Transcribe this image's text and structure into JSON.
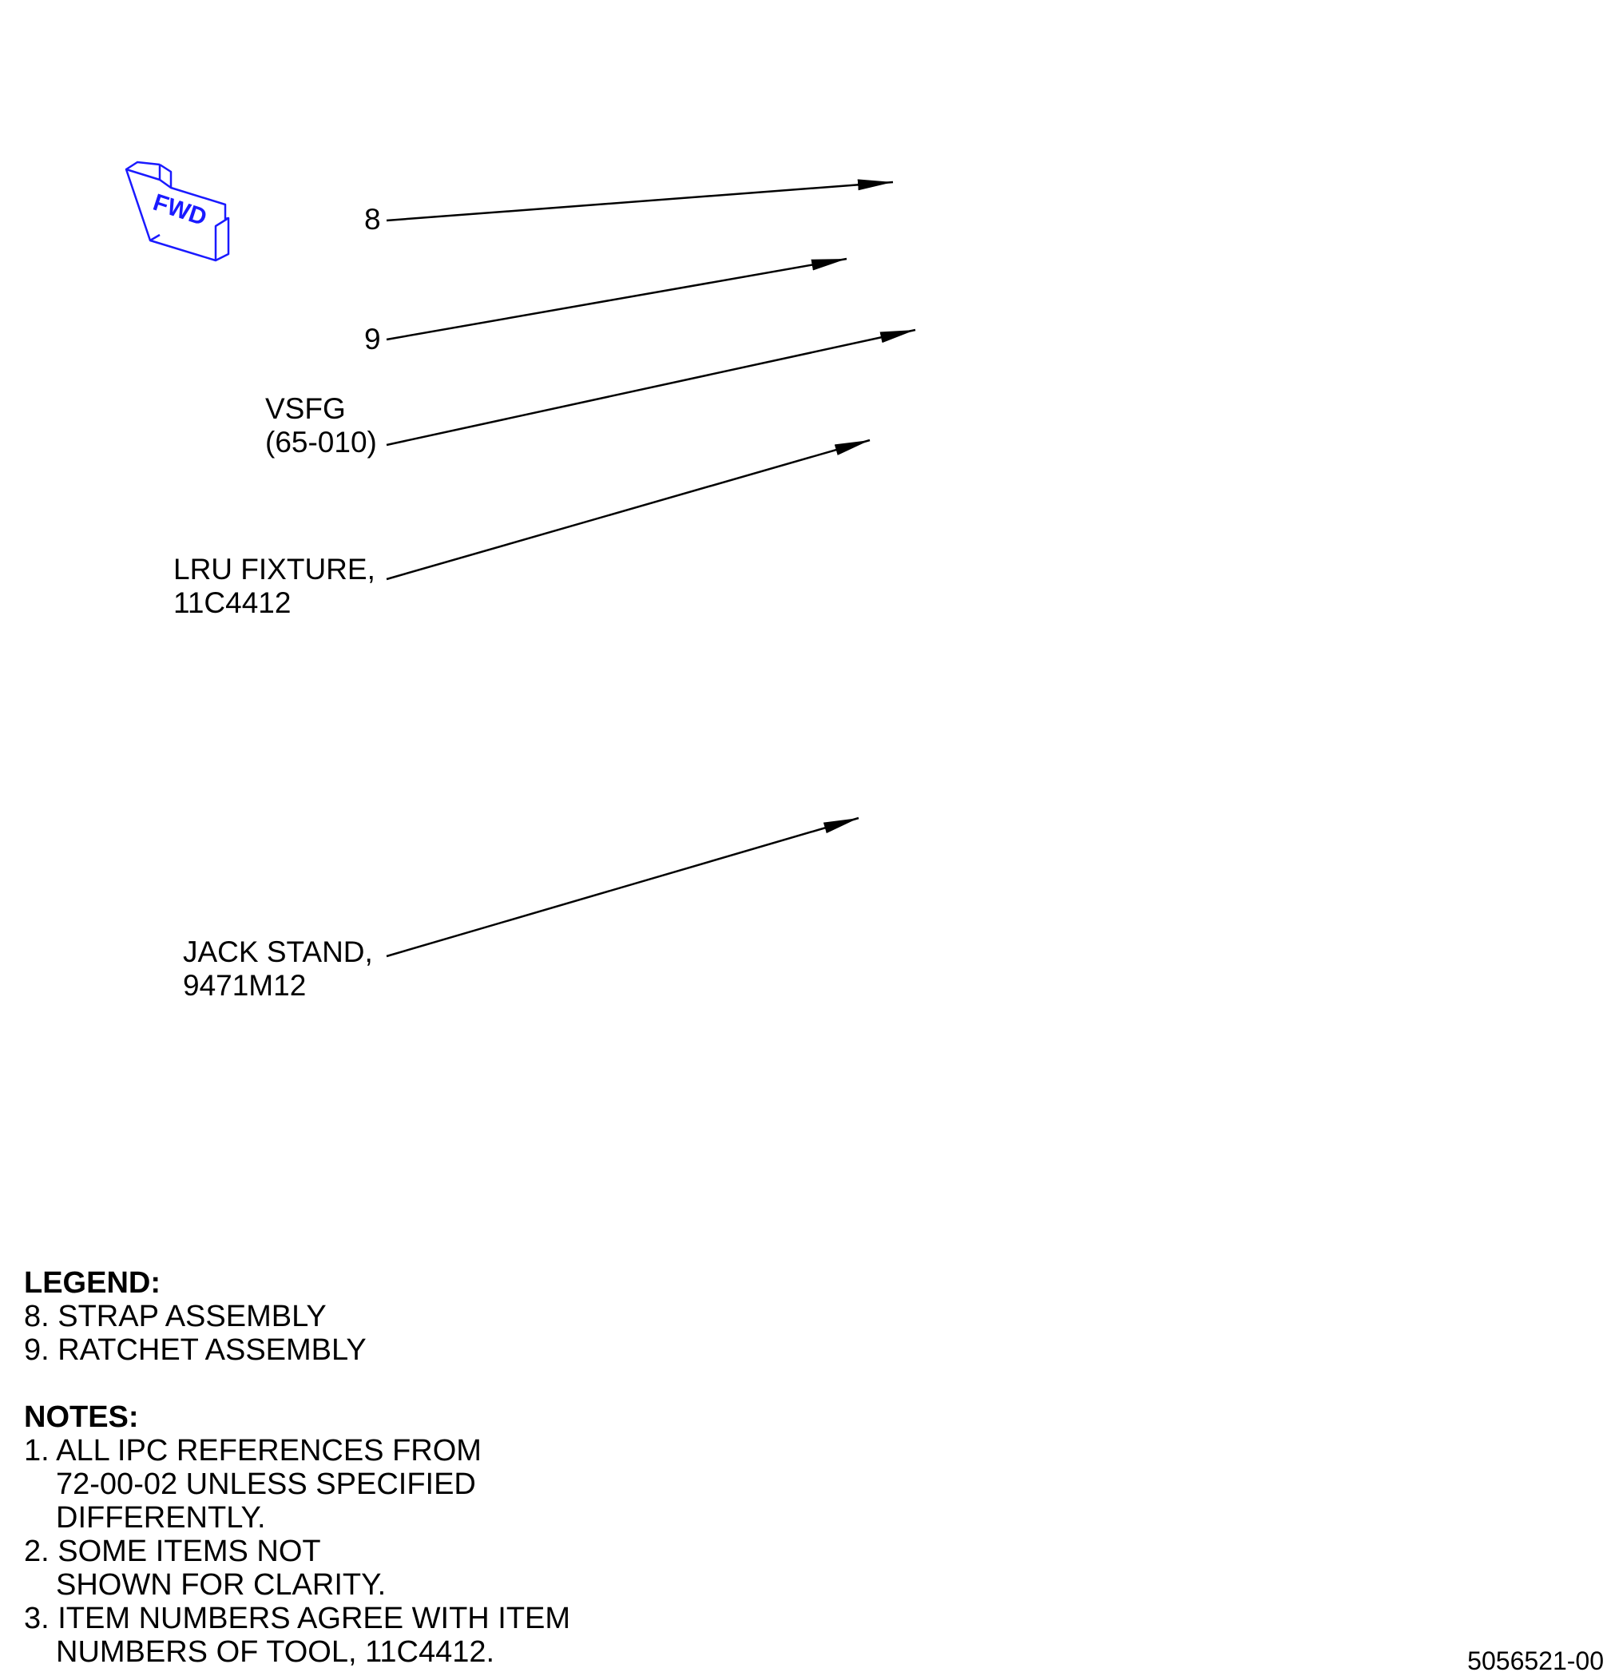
{
  "fwd_indicator": {
    "icon": "fwd-arrow-icon",
    "label": "FWD",
    "color": "#1a1aff"
  },
  "callouts": {
    "item_8": {
      "line1": "8"
    },
    "item_9": {
      "line1": "9"
    },
    "vsfg": {
      "line1": "VSFG",
      "line2": "(65-010)"
    },
    "lru_fixture": {
      "line1": "LRU FIXTURE,",
      "line2": "11C4412"
    },
    "jack_stand": {
      "line1": "JACK STAND,",
      "line2": "9471M12"
    }
  },
  "legend": {
    "title": "LEGEND:",
    "items": [
      "8. STRAP ASSEMBLY",
      "9. RATCHET ASSEMBLY"
    ]
  },
  "notes": {
    "title": "NOTES:",
    "items": [
      [
        "1. ALL IPC REFERENCES FROM",
        "72-00-02 UNLESS SPECIFIED",
        "DIFFERENTLY."
      ],
      [
        "2. SOME ITEMS NOT",
        "SHOWN FOR CLARITY."
      ],
      [
        "3. ITEM NUMBERS AGREE WITH ITEM",
        "NUMBERS OF TOOL, 11C4412."
      ]
    ]
  },
  "drawing_number": "5056521-00"
}
